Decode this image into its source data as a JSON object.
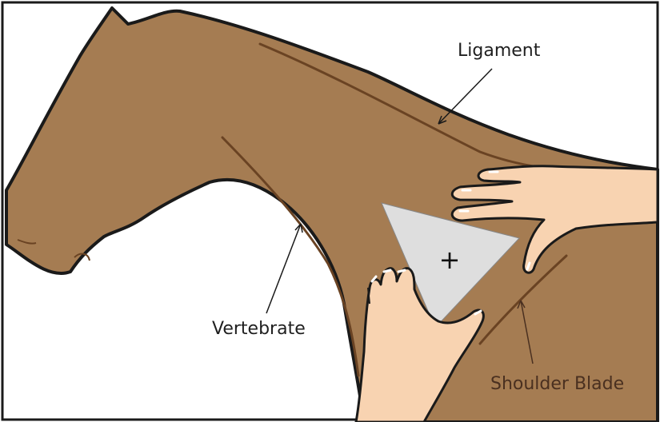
{
  "labels": {
    "ligament": "Ligament",
    "vertebrate": "Vertebrate",
    "shoulder_blade": "Shoulder Blade"
  },
  "marker": {
    "symbol": "+"
  },
  "colors": {
    "horse": "#a57c52",
    "horse_outline": "#1a1a1a",
    "inner_line": "#6a4323",
    "skin": "#f8d3b1",
    "triangle": "#dedede",
    "label_dark": "#1f1f1f",
    "label_brown": "#4a3020"
  }
}
